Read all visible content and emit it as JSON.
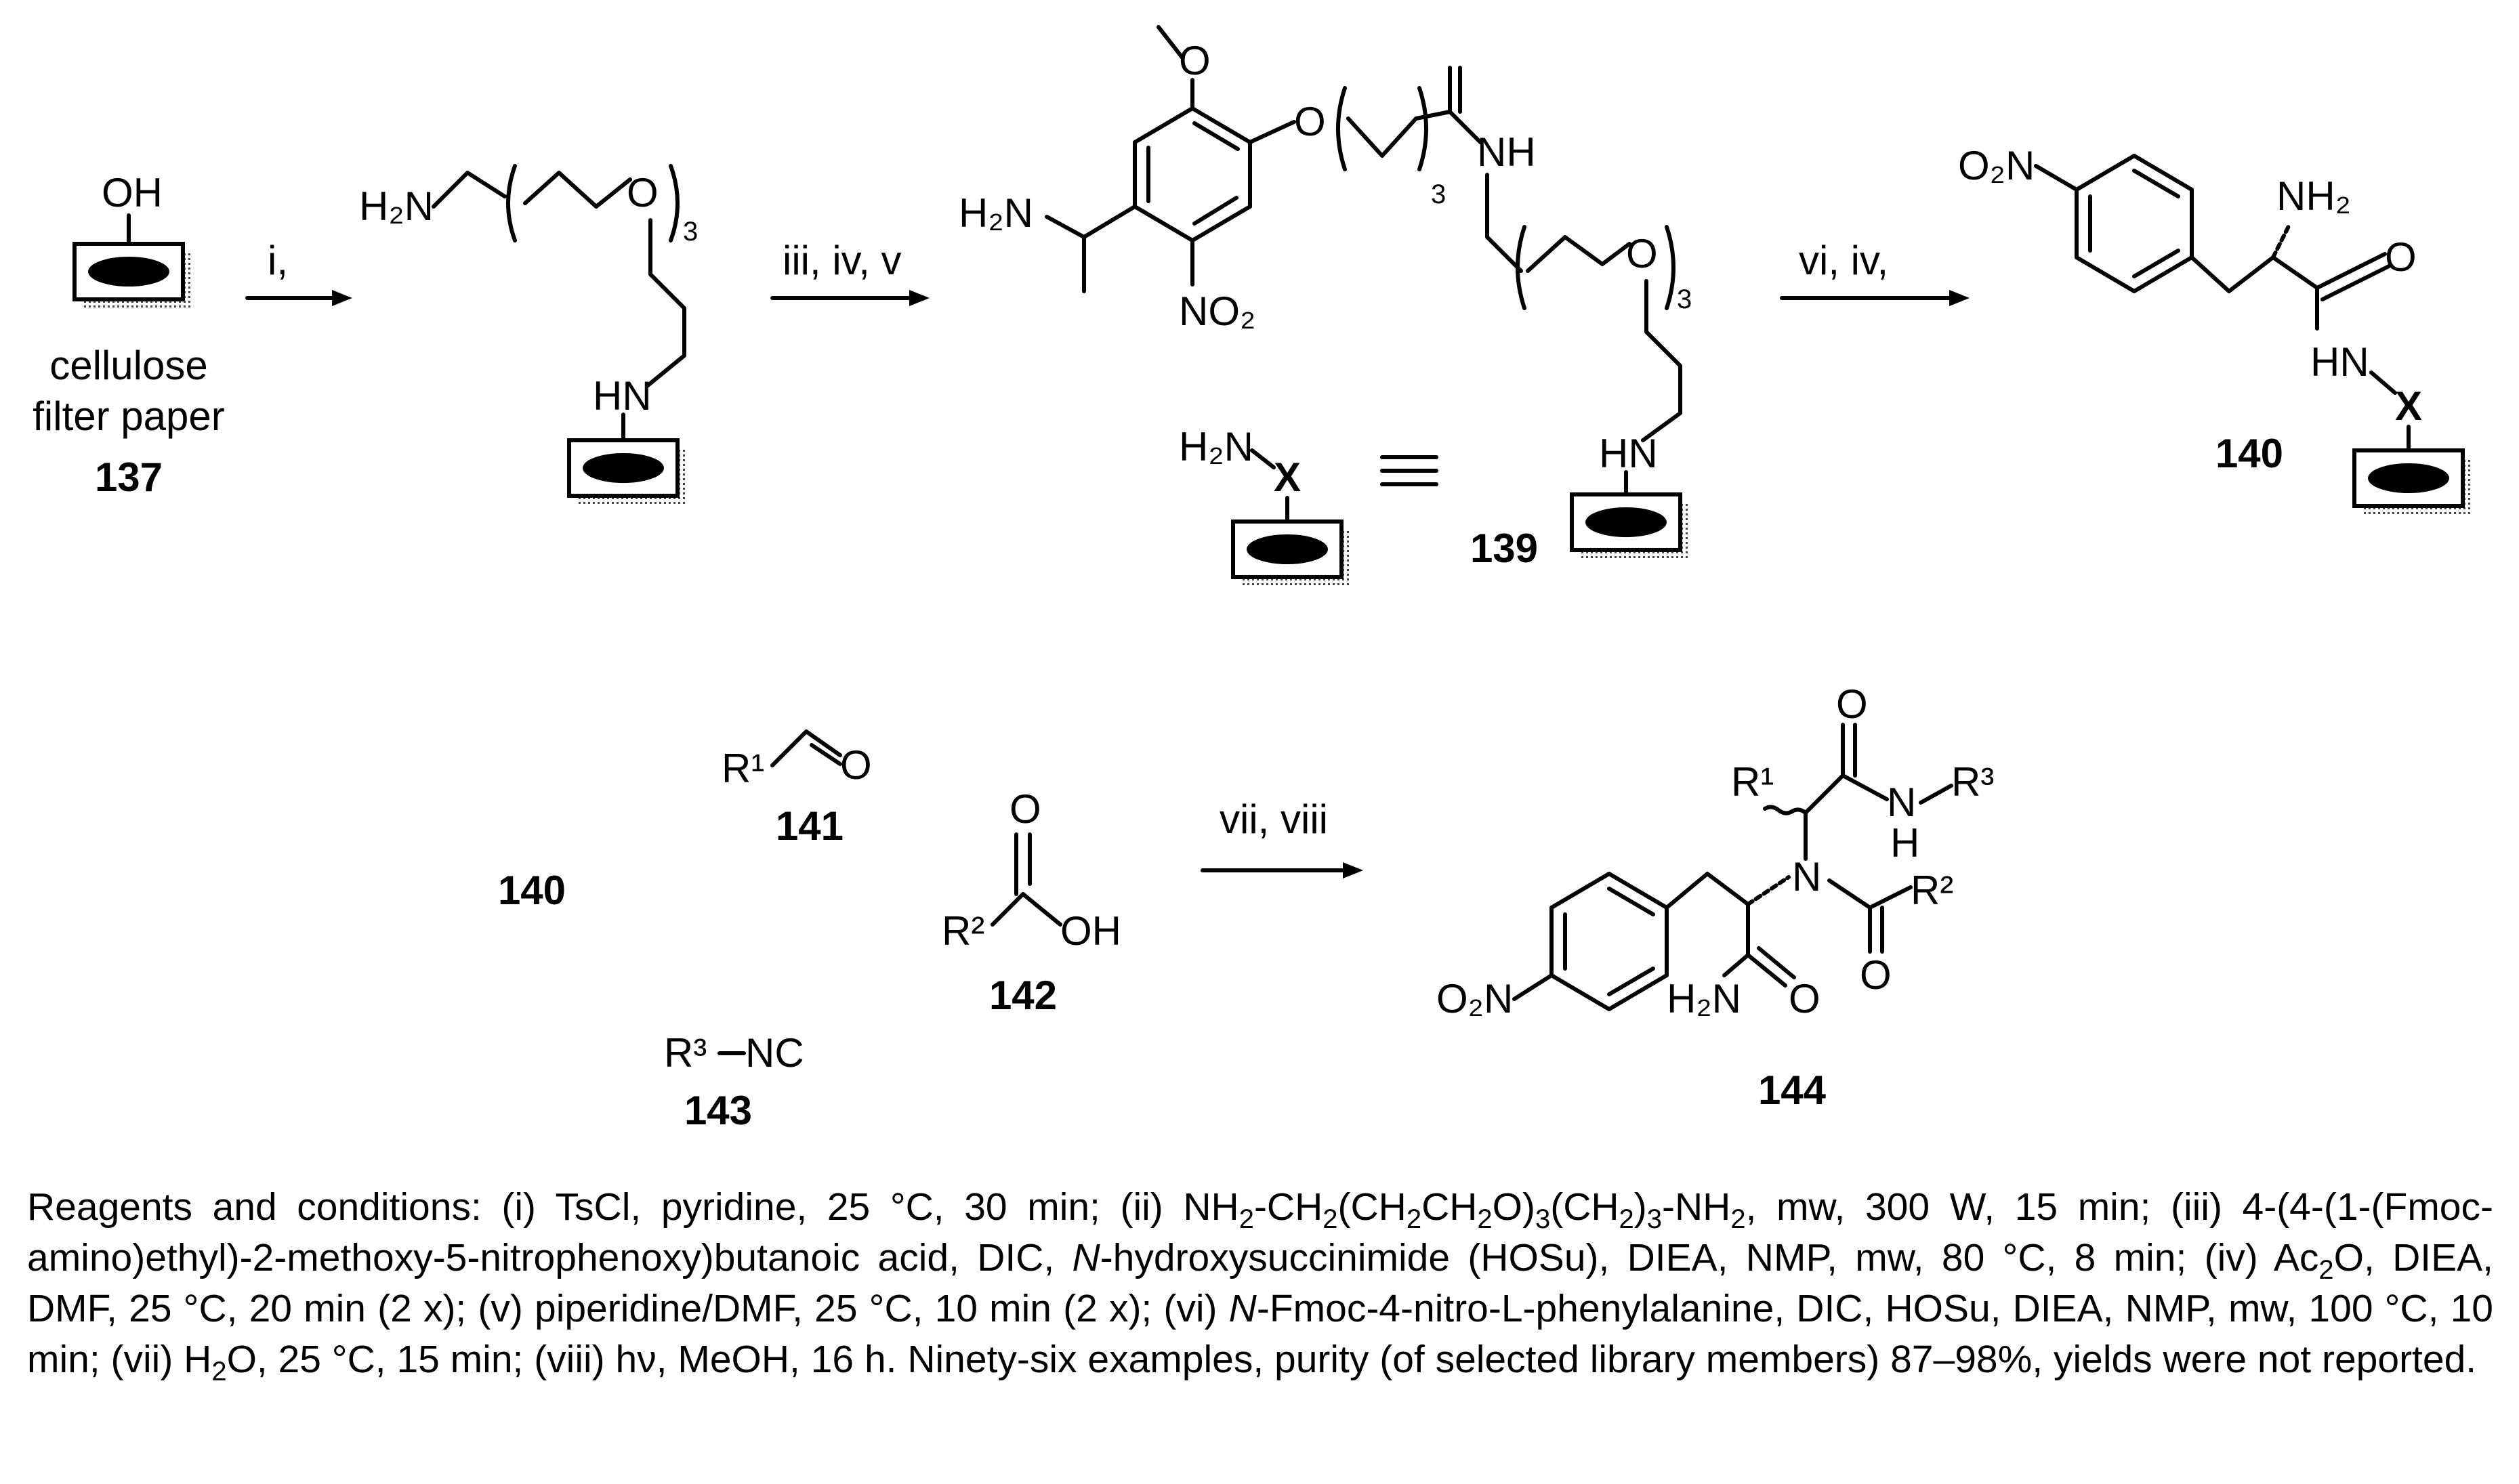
{
  "compounds": {
    "c137": "137",
    "c139": "139",
    "c140": "140",
    "c140b": "140",
    "c141": "141",
    "c142": "142",
    "c143": "143",
    "c144": "144"
  },
  "support_label": [
    "cellulose",
    "filter paper"
  ],
  "arrows": {
    "step1": "i,",
    "step2": "iii, iv, v",
    "step3": "vi, iv,",
    "step4": "vii, viii"
  },
  "atoms": {
    "OH": "OH",
    "O": "O",
    "NH": "NH",
    "HN": "HN",
    "H2N": "H₂N",
    "NH2": "NH₂",
    "NO2": "NO₂",
    "O2N": "O₂N",
    "X": "X",
    "N": "N",
    "H": "H",
    "R1": "R¹",
    "R2": "R²",
    "R3": "R³",
    "NC": "NC",
    "sub3": "3"
  },
  "caption": {
    "segments": [
      "Reagents and conditions: (i) TsCl, pyridine, 25 °C, 30 min; (ii) NH",
      "2",
      "-CH",
      "2",
      "(CH",
      "2",
      "CH",
      "2",
      "O)",
      "3",
      "(CH",
      "2",
      ")",
      "3",
      "-NH",
      "2",
      ", mw, 300 W, 15 min;  (iii) 4-(4-(1-(Fmoc-amino)ethyl)-2-methoxy-5-nitrophenoxy)butanoic  acid, DIC, ",
      "N",
      "-hydroxysuccinimide (HOSu), DIEA, NMP, mw, 80 °C, 8 min; (iv) Ac",
      "2",
      "O, DIEA, DMF, 25 °C, 20 min (2 x); (v) piperidine/DMF, 25 °C, 10 min (2 x); (vi) ",
      "N",
      "-Fmoc-4-nitro-L-phenylalanine, DIC, HOSu, DIEA, NMP, mw, 100 °C, 10 min; (vii) H",
      "2",
      "O, 25 °C, 15 min; (viii) hν, MeOH, 16 h. Ninety-six examples, purity (of selected library members) 87–98%, yields were not reported."
    ]
  }
}
